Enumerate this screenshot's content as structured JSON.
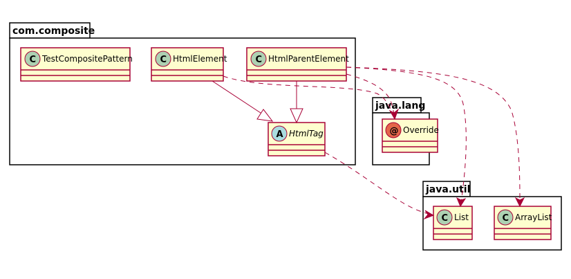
{
  "packages": [
    {
      "id": "com-composite",
      "name": "com.composite"
    },
    {
      "id": "java-lang",
      "name": "java.lang"
    },
    {
      "id": "java-util",
      "name": "java.util"
    }
  ],
  "classes": [
    {
      "id": "test-composite-pattern",
      "name": "TestCompositePattern",
      "kind": "class",
      "letter": "C"
    },
    {
      "id": "html-element",
      "name": "HtmlElement",
      "kind": "class",
      "letter": "C"
    },
    {
      "id": "html-parent-element",
      "name": "HtmlParentElement",
      "kind": "class",
      "letter": "C"
    },
    {
      "id": "html-tag",
      "name": "HtmlTag",
      "kind": "abstract",
      "letter": "A"
    },
    {
      "id": "override",
      "name": "Override",
      "kind": "annotation",
      "letter": "@"
    },
    {
      "id": "list",
      "name": "List",
      "kind": "class",
      "letter": "C"
    },
    {
      "id": "array-list",
      "name": "ArrayList",
      "kind": "class",
      "letter": "C"
    }
  ],
  "colors": {
    "class_fill": "#FEFECE",
    "border": "#A80036",
    "class_icon": "#ADD1B2",
    "abstract_icon": "#A9DCDF",
    "annotation_icon": "#E3664A"
  }
}
